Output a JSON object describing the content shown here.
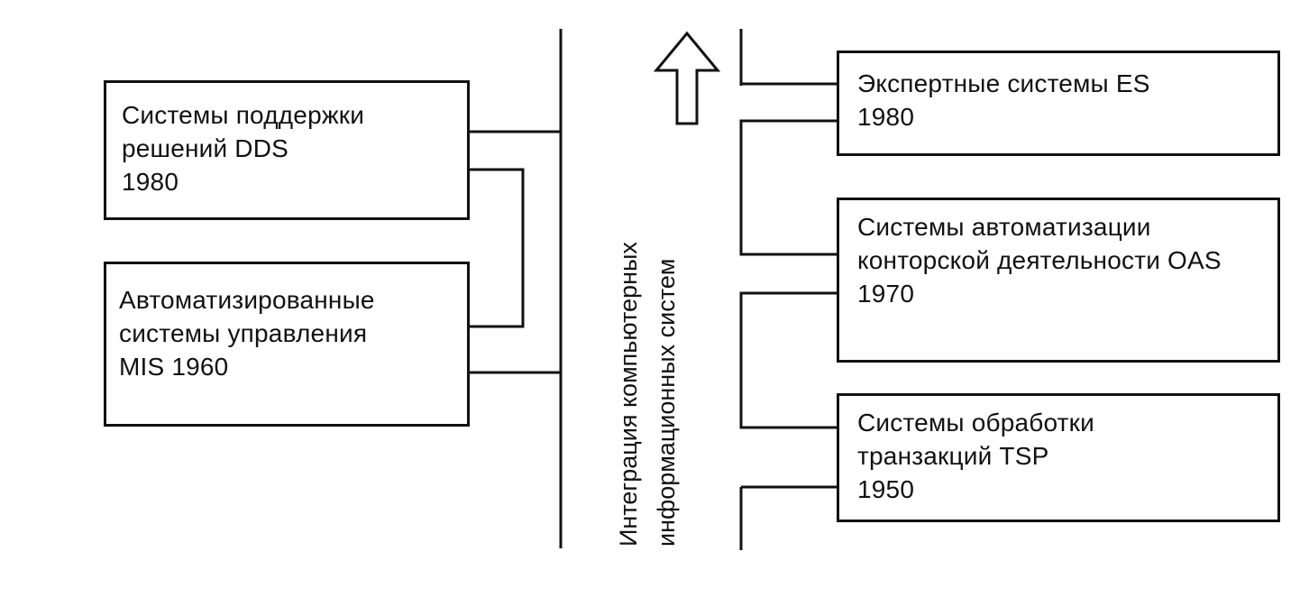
{
  "diagram": {
    "left_boxes": [
      {
        "lines": [
          "Системы поддержки",
          "решений DDS",
          "1980"
        ]
      },
      {
        "lines": [
          "Автоматизированные",
          "системы управления",
          "MIS 1960"
        ]
      }
    ],
    "right_boxes": [
      {
        "lines": [
          "Экспертные системы ES",
          "1980"
        ]
      },
      {
        "lines": [
          "Системы автоматизации",
          "конторской деятельности OAS",
          "1970"
        ]
      },
      {
        "lines": [
          "Системы обработки",
          "транзакций TSP",
          "1950"
        ]
      }
    ],
    "center_label": {
      "line1": "Интеграция компьютерных",
      "line2": "информационных систем"
    },
    "arrow_direction": "up",
    "colors": {
      "ink": "#111111",
      "background": "#ffffff"
    }
  }
}
